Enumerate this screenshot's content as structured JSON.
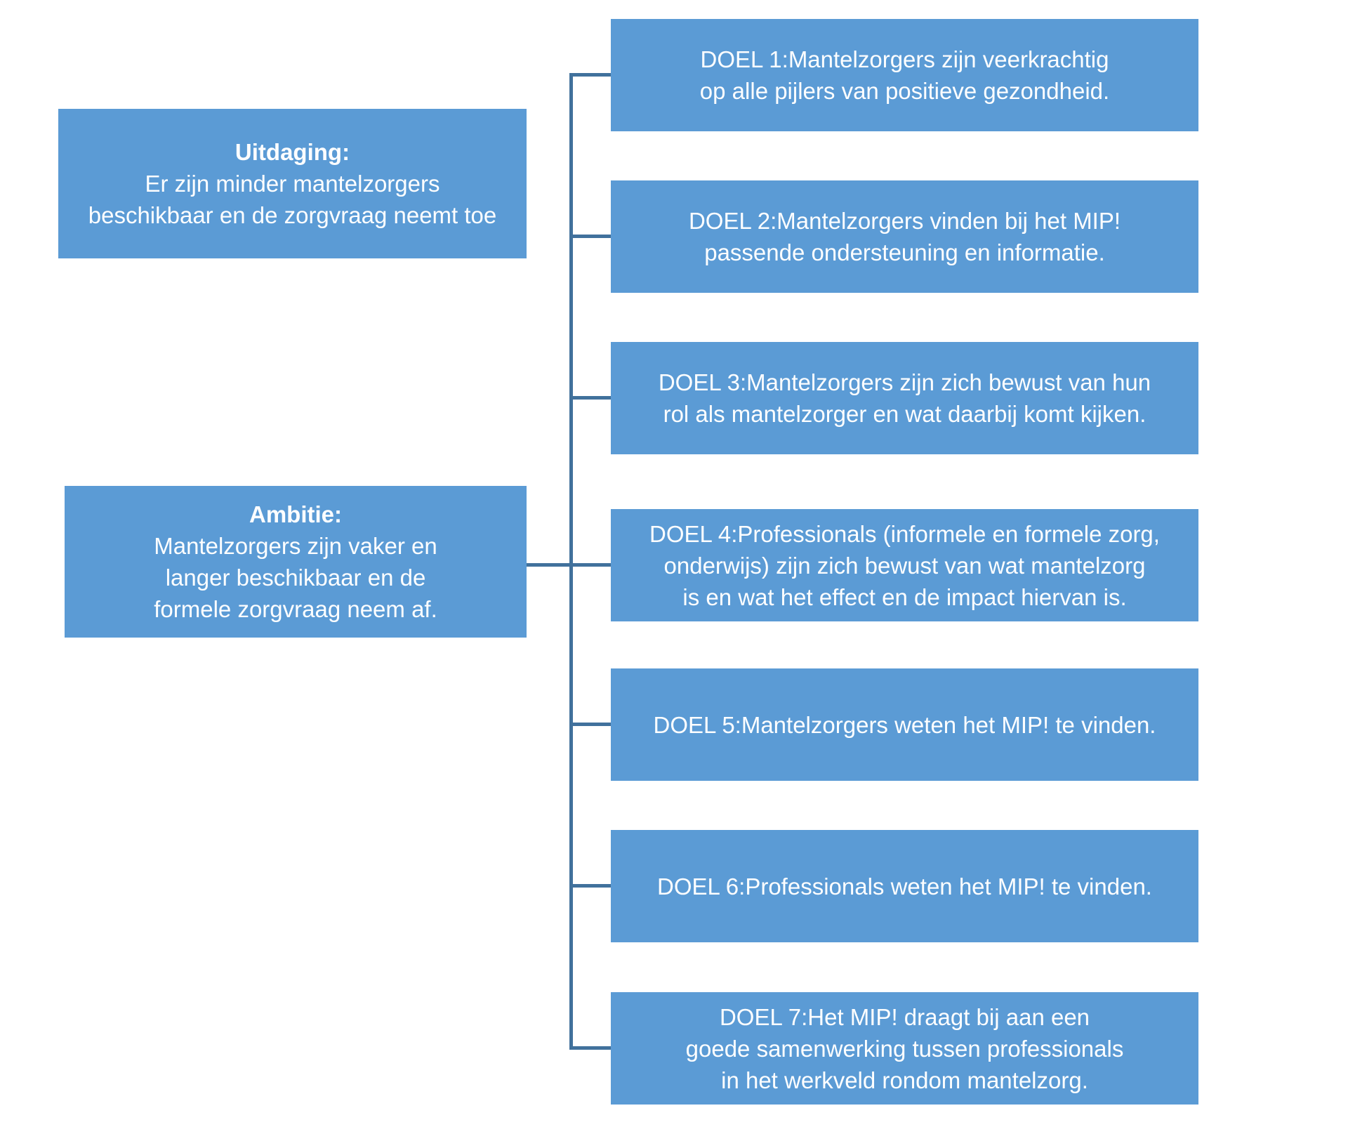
{
  "diagram": {
    "challenge": {
      "title": "Uitdaging:",
      "body": "Er zijn minder mantelzorgers beschikbaar en de zorgvraag neemt toe"
    },
    "ambition": {
      "title": "Ambitie:",
      "body": "Mantelzorgers zijn vaker en langer beschikbaar en de formele zorgvraag neem af."
    },
    "goals": [
      "DOEL 1:Mantelzorgers zijn veerkrachtig op alle pijlers van positieve gezondheid.",
      "DOEL 2:Mantelzorgers vinden bij het MIP! passende ondersteuning en informatie.",
      "DOEL 3:Mantelzorgers zijn zich bewust van hun rol als mantelzorger en wat daarbij komt kijken.",
      "DOEL 4:Professionals (informele en formele zorg, onderwijs) zijn zich bewust van wat mantelzorg is en wat het effect en de impact hiervan is.",
      "DOEL 5:Mantelzorgers weten het MIP! te vinden.",
      "DOEL 6:Professionals weten het MIP! te vinden.",
      "DOEL 7:Het MIP! draagt bij aan een goede samenwerking tussen professionals in het werkveld rondom mantelzorg."
    ],
    "colors": {
      "box_fill": "#5B9BD5",
      "connector": "#41719C",
      "text": "#FFFFFF"
    }
  }
}
